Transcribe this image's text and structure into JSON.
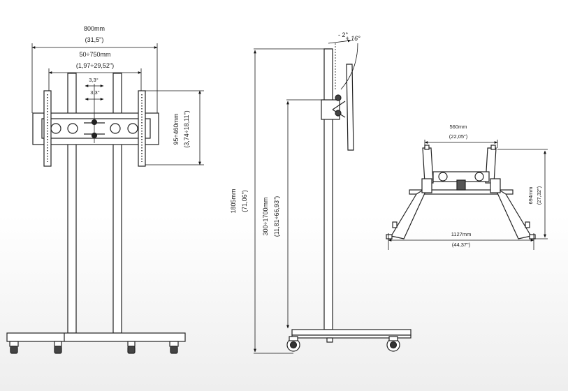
{
  "front_view": {
    "width_total": "800mm",
    "width_total_in": "(31,5\")",
    "width_vesa": "50÷750mm",
    "width_vesa_in": "(1,97÷29,52\")",
    "tilt_upper": "3,3°",
    "tilt_lower": "3,3°",
    "height_vesa": "95÷460mm",
    "height_vesa_in": "(3,74÷18,11\")"
  },
  "side_view": {
    "tilt_back": "- 2°",
    "tilt_fwd": "+ 16°",
    "total_height": "1805mm",
    "total_height_in": "(71,06\")",
    "mount_height": "300÷1700mm",
    "mount_height_in": "(11,81÷66,93\")"
  },
  "top_view": {
    "width_top": "560mm",
    "width_top_in": "(22,05\")",
    "width_base": "1127mm",
    "width_base_in": "(44,37\")",
    "depth": "694mm",
    "depth_in": "(27,32\")"
  }
}
